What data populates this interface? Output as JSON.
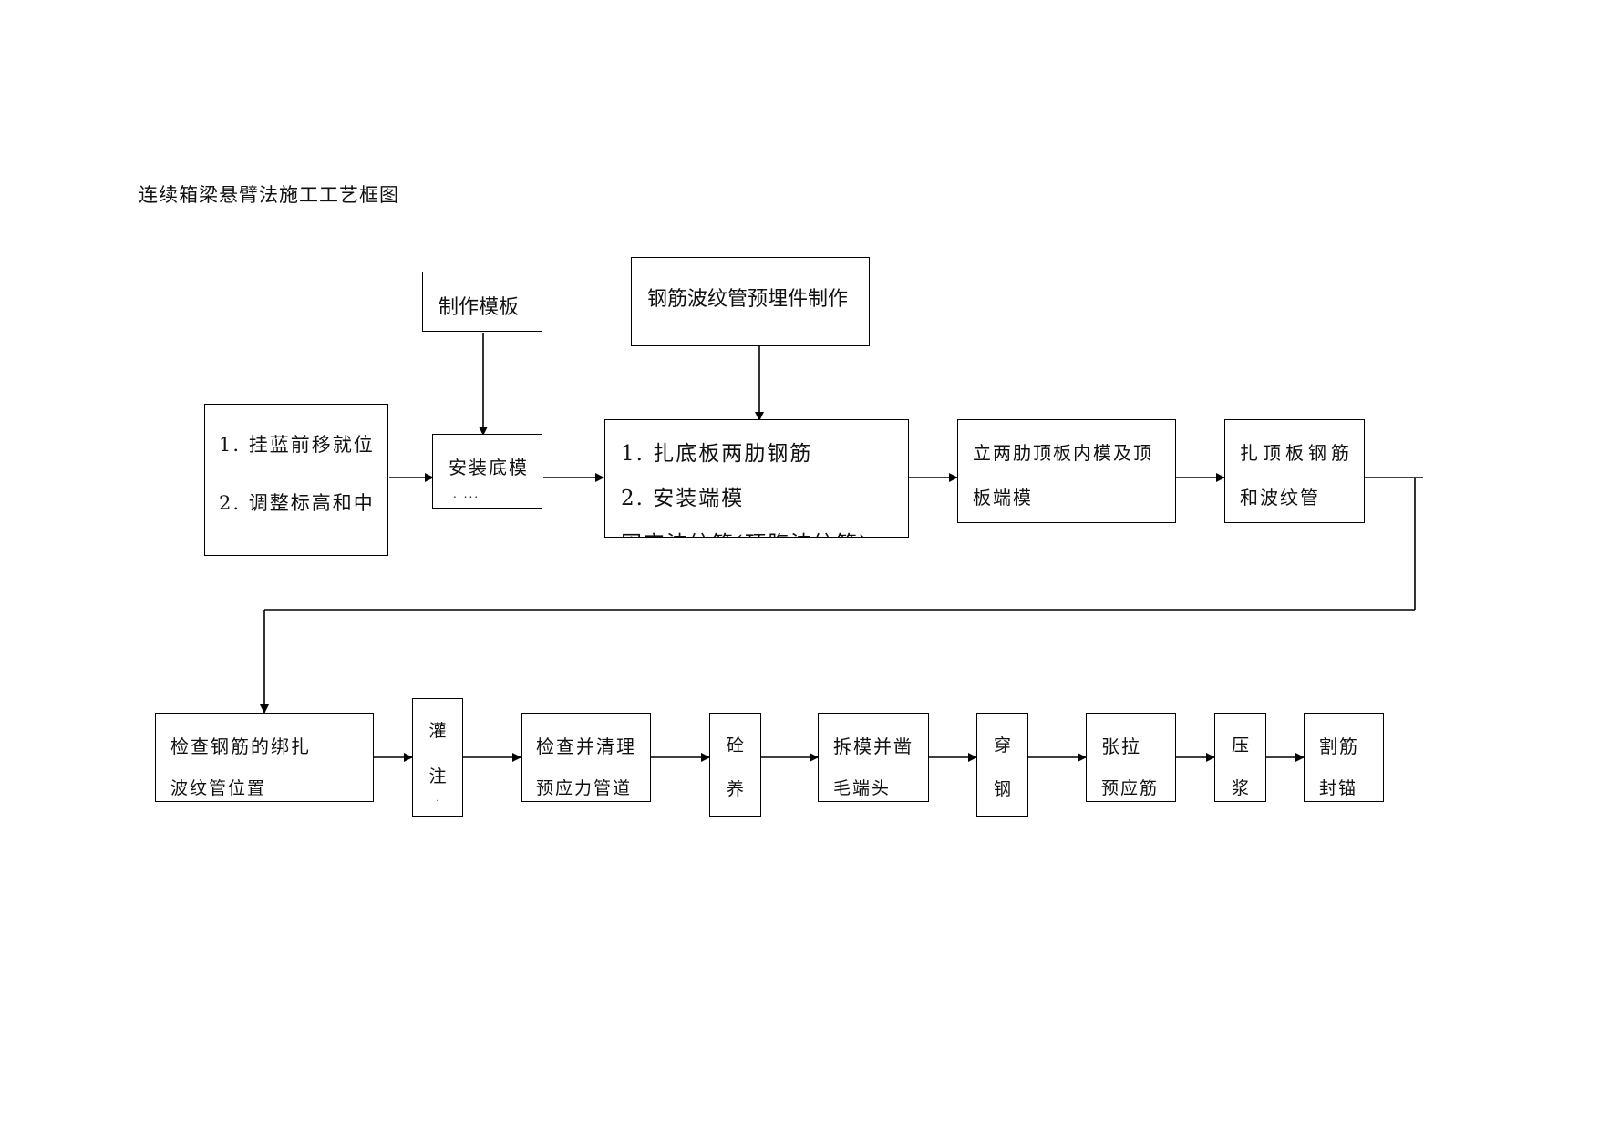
{
  "title": "连续箱梁悬臂法施工工艺框图",
  "boxes": {
    "make_formwork": "制作模板",
    "rebar_prefab": "钢筋波纹管预埋件制作",
    "hang_basket": {
      "line1": "1.  挂蓝前移就位",
      "line2": "2.  调整标高和中"
    },
    "install_bottom": {
      "line1": "安装底模",
      "line2": ". ..."
    },
    "bind_bottom": {
      "line1": "1.  扎底板两肋钢筋",
      "line2": "2.  安装端模",
      "line3": "固定波纹管(顶腹波纹管)"
    },
    "inner_mold": {
      "line1": "立两肋顶板内模及顶",
      "line2": "板端模"
    },
    "top_rebar": {
      "line1": "扎顶板钢筋",
      "line2": "和波纹管"
    },
    "check_rebar": {
      "line1": "检查钢筋的绑扎",
      "line2": "波纹管位置"
    },
    "pour": {
      "line1": "灌",
      "line2": "注",
      "line3": "."
    },
    "clean_duct": {
      "line1": "检查并清理",
      "line2": "预应力管道"
    },
    "cure": {
      "line1": "砼",
      "line2": "养"
    },
    "demold": {
      "line1": "拆模并凿",
      "line2": "毛端头"
    },
    "thread": {
      "line1": "穿",
      "line2": "钢"
    },
    "tension": {
      "line1": "张拉",
      "line2": "预应筋"
    },
    "grout": {
      "line1": "压",
      "line2": "浆"
    },
    "cut_anchor": {
      "line1": "割筋",
      "line2": "封锚"
    }
  }
}
